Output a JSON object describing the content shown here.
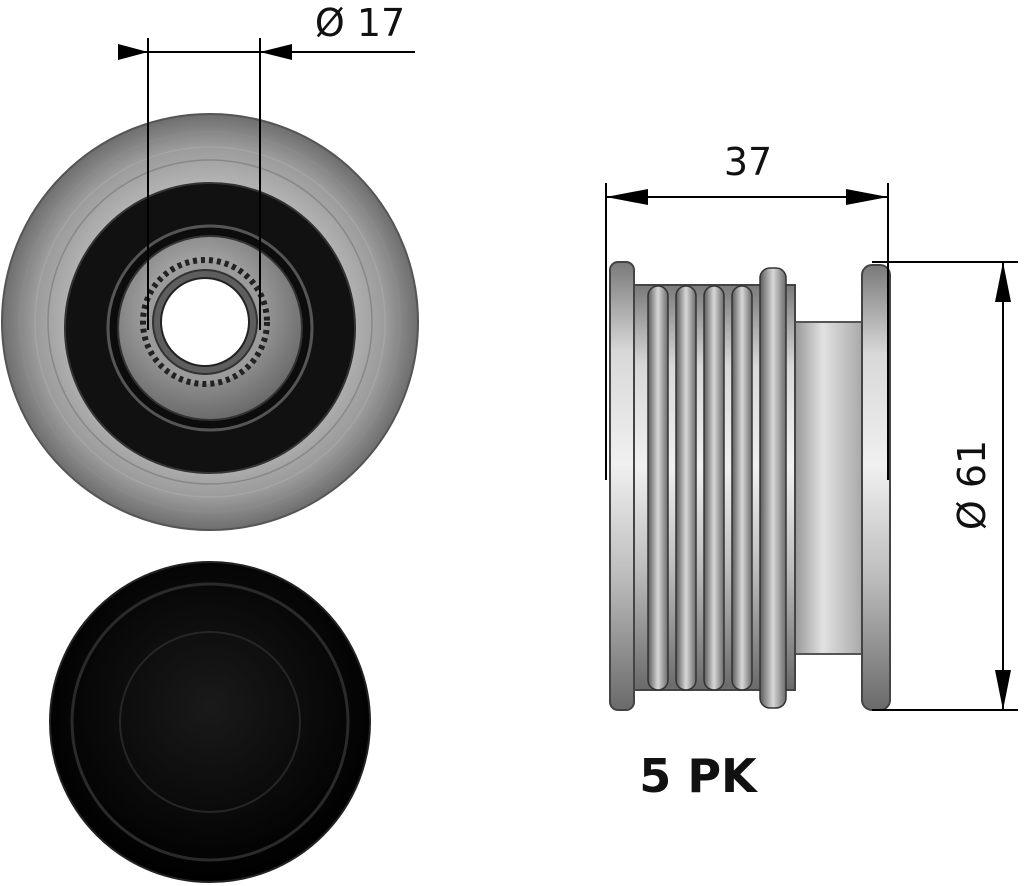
{
  "dimensions": {
    "bore_diameter": "Ø 17",
    "width": "37",
    "outer_diameter": "Ø 61"
  },
  "belt_profile": "5 PK"
}
